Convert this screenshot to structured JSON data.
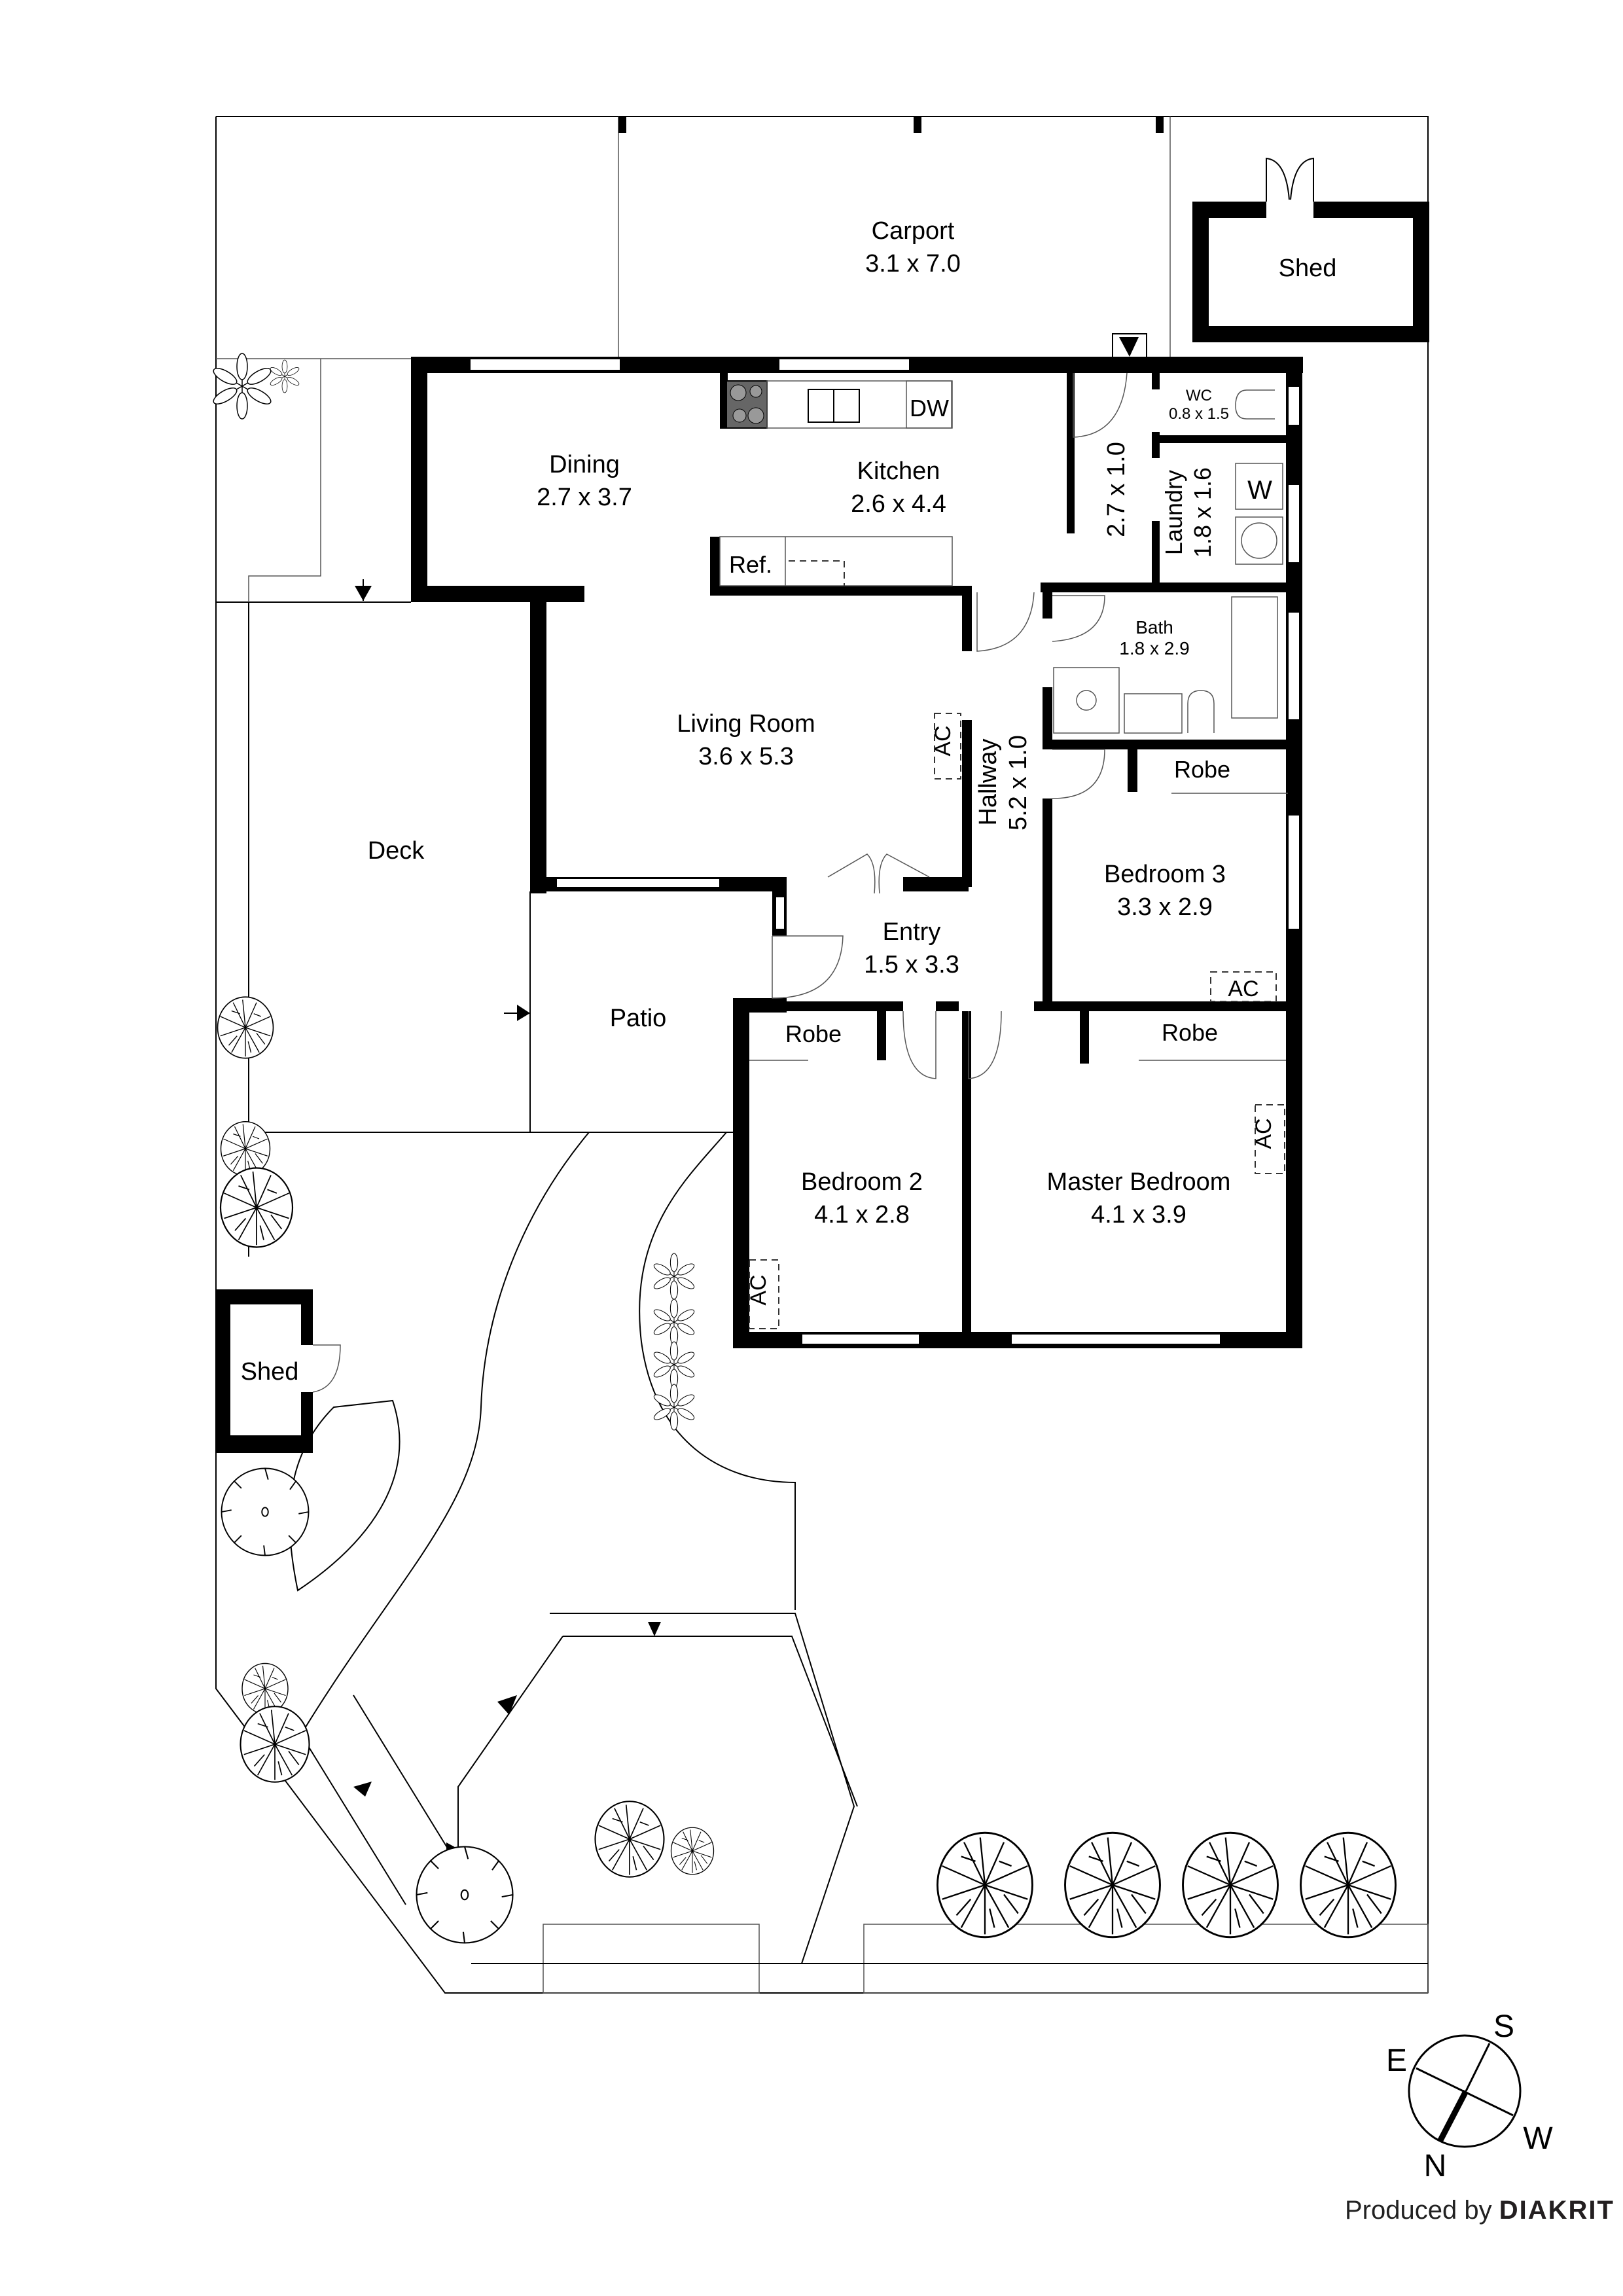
{
  "rooms": {
    "carport": {
      "name": "Carport",
      "dims": "3.1 x 7.0"
    },
    "shed_top": {
      "name": "Shed"
    },
    "dining": {
      "name": "Dining",
      "dims": "2.7 x 3.7"
    },
    "kitchen": {
      "name": "Kitchen",
      "dims": "2.6 x 4.4"
    },
    "passage": {
      "dims": "2.7 x 1.0"
    },
    "wc": {
      "name": "WC",
      "dims": "0.8 x 1.5"
    },
    "laundry": {
      "name": "Laundry",
      "dims": "1.8 x 1.6"
    },
    "bath": {
      "name": "Bath",
      "dims": "1.8 x 2.9"
    },
    "living": {
      "name": "Living Room",
      "dims": "3.6 x 5.3"
    },
    "hallway": {
      "name": "Hallway",
      "dims": "5.2 x 1.0"
    },
    "bedroom3": {
      "name": "Bedroom 3",
      "dims": "3.3 x 2.9"
    },
    "deck": {
      "name": "Deck"
    },
    "entry": {
      "name": "Entry",
      "dims": "1.5 x 3.3"
    },
    "patio": {
      "name": "Patio"
    },
    "bedroom2": {
      "name": "Bedroom 2",
      "dims": "4.1 x 2.8"
    },
    "master": {
      "name": "Master Bedroom",
      "dims": "4.1 x 3.9"
    },
    "shed_left": {
      "name": "Shed"
    }
  },
  "fixtures": {
    "dishwasher": "DW",
    "fridge": "Ref.",
    "washer": "W",
    "robe": "Robe",
    "ac": "AC"
  },
  "compass": {
    "n": "N",
    "s": "S",
    "e": "E",
    "w": "W"
  },
  "credit": {
    "prefix": "Produced by",
    "brand": "DIAKRIT"
  }
}
